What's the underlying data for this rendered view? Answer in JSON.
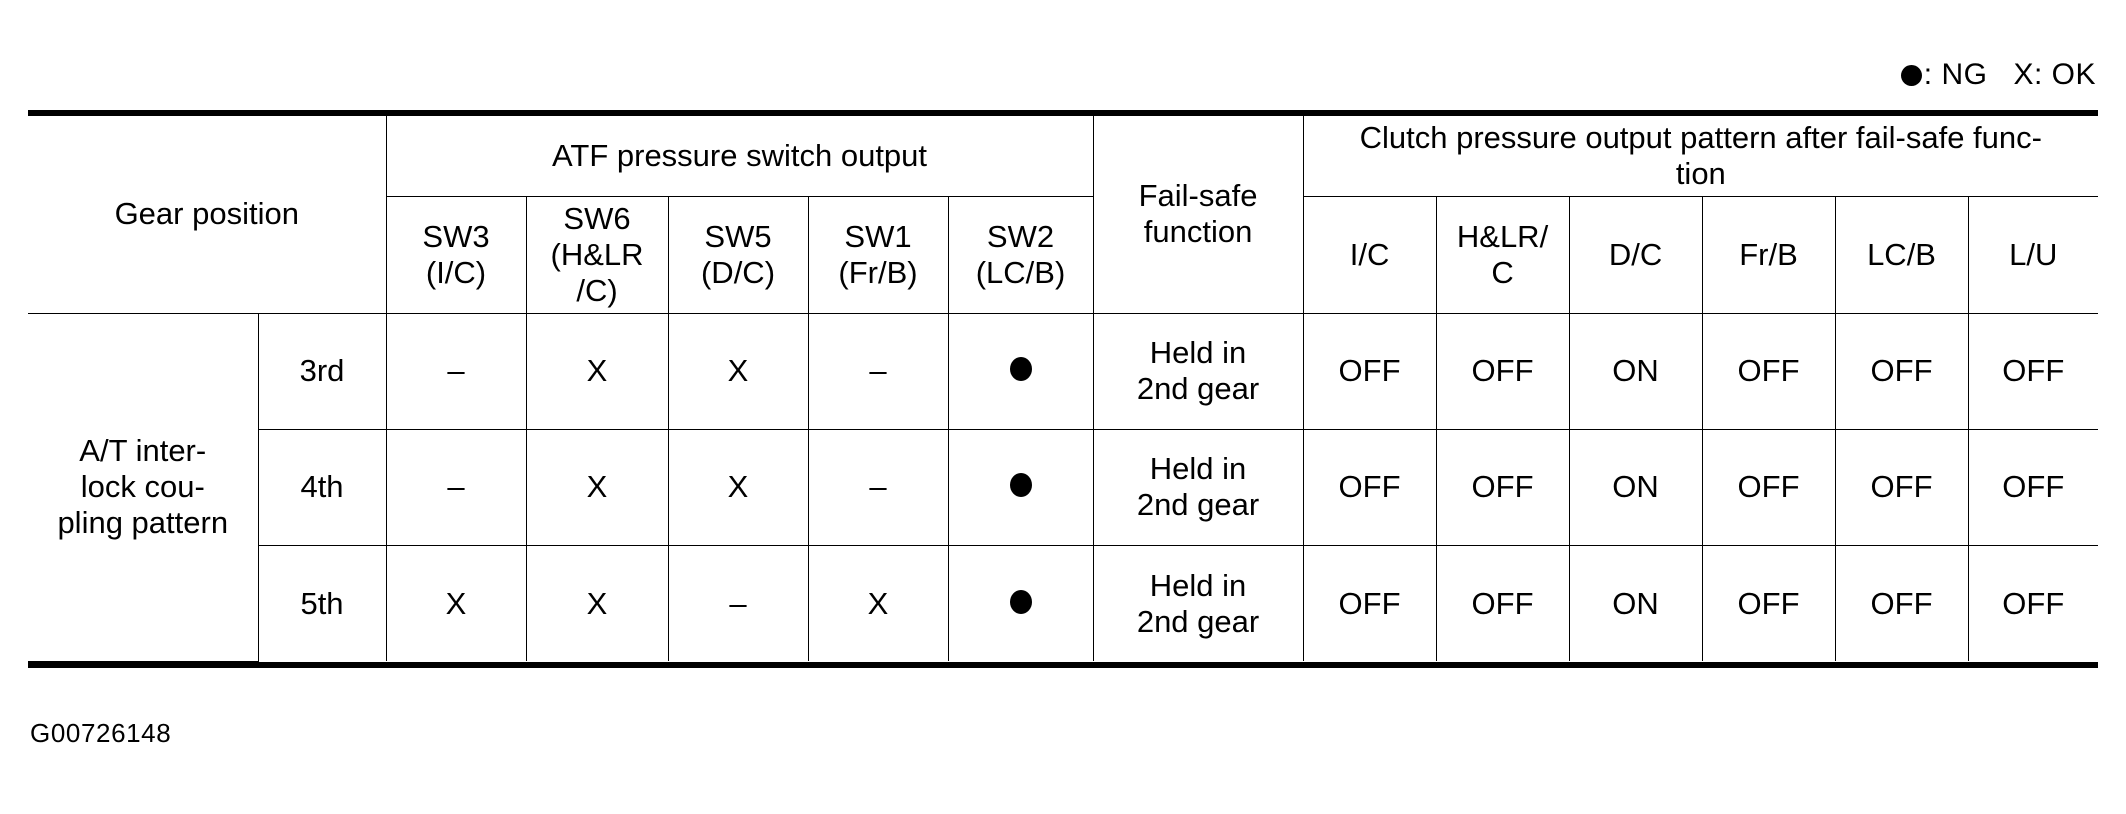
{
  "legend": {
    "ng_icon": "filled-circle-icon",
    "ng_label": ": NG",
    "ok_label": "X: OK"
  },
  "figure_id": "G00726148",
  "table": {
    "headers": {
      "gear_position": "Gear position",
      "atf_section": "ATF pressure switch output",
      "failsafe_function": "Fail-safe\nfunction",
      "failsafe_function_line1": "Fail-safe",
      "failsafe_function_line2": "function",
      "clutch_section_line1": "Clutch pressure output pattern after fail-safe func-",
      "clutch_section_line2": "tion",
      "atf_columns": [
        {
          "name": "SW3",
          "detail": "(I/C)",
          "detail2": ""
        },
        {
          "name": "SW6",
          "detail": "(H&LR",
          "detail2": "/C)"
        },
        {
          "name": "SW5",
          "detail": "(D/C)",
          "detail2": ""
        },
        {
          "name": "SW1",
          "detail": "(Fr/B)",
          "detail2": ""
        },
        {
          "name": "SW2",
          "detail": "(LC/B)",
          "detail2": ""
        }
      ],
      "clutch_columns": [
        {
          "line1": "I/C",
          "line2": ""
        },
        {
          "line1": "H&LR/",
          "line2": "C"
        },
        {
          "line1": "D/C",
          "line2": ""
        },
        {
          "line1": "Fr/B",
          "line2": ""
        },
        {
          "line1": "LC/B",
          "line2": ""
        },
        {
          "line1": "L/U",
          "line2": ""
        }
      ]
    },
    "row_group_label_lines": [
      "A/T inter-",
      "lock cou-",
      "pling pattern"
    ],
    "rows": [
      {
        "gear": "3rd",
        "atf": [
          "dash",
          "X",
          "X",
          "dash",
          "dot"
        ],
        "failsafe_line1": "Held in",
        "failsafe_line2": "2nd gear",
        "clutch": [
          "OFF",
          "OFF",
          "ON",
          "OFF",
          "OFF",
          "OFF"
        ]
      },
      {
        "gear": "4th",
        "atf": [
          "dash",
          "X",
          "X",
          "dash",
          "dot"
        ],
        "failsafe_line1": "Held in",
        "failsafe_line2": "2nd gear",
        "clutch": [
          "OFF",
          "OFF",
          "ON",
          "OFF",
          "OFF",
          "OFF"
        ]
      },
      {
        "gear": "5th",
        "atf": [
          "X",
          "X",
          "dash",
          "X",
          "dot"
        ],
        "failsafe_line1": "Held in",
        "failsafe_line2": "2nd gear",
        "clutch": [
          "OFF",
          "OFF",
          "ON",
          "OFF",
          "OFF",
          "OFF"
        ]
      }
    ]
  },
  "colors": {
    "ink": "#000000",
    "paper": "#ffffff"
  }
}
